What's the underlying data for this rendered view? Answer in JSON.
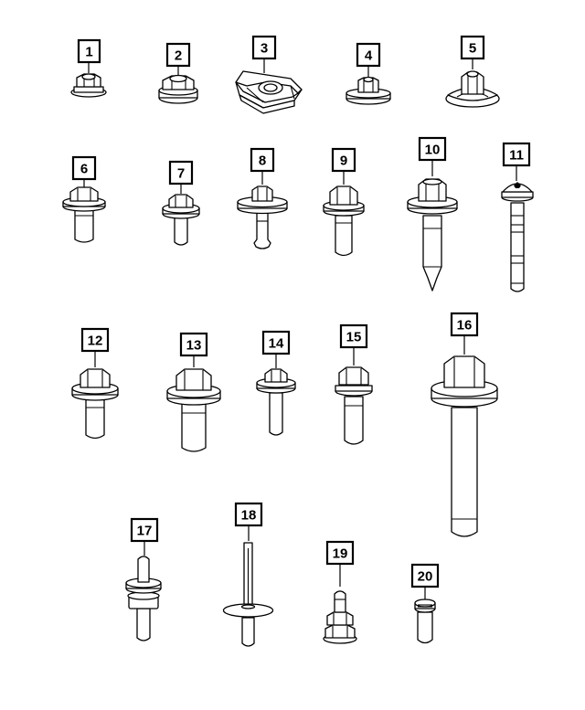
{
  "colors": {
    "ink": "#000000",
    "paper": "#ffffff"
  },
  "parts": [
    {
      "number": "1",
      "icon": "flange-nut-icon"
    },
    {
      "number": "2",
      "icon": "flange-nut-icon"
    },
    {
      "number": "3",
      "icon": "u-nut-clip-icon"
    },
    {
      "number": "4",
      "icon": "flange-nut-icon"
    },
    {
      "number": "5",
      "icon": "nut-with-washer-icon"
    },
    {
      "number": "6",
      "icon": "hex-flange-bolt-icon"
    },
    {
      "number": "7",
      "icon": "hex-flange-bolt-icon"
    },
    {
      "number": "8",
      "icon": "stepped-bolt-icon"
    },
    {
      "number": "9",
      "icon": "hex-flange-bolt-icon"
    },
    {
      "number": "10",
      "icon": "pointed-bolt-icon"
    },
    {
      "number": "11",
      "icon": "torx-long-bolt-icon"
    },
    {
      "number": "12",
      "icon": "hex-flange-bolt-icon"
    },
    {
      "number": "13",
      "icon": "hex-flange-bolt-icon"
    },
    {
      "number": "14",
      "icon": "hex-flange-bolt-icon"
    },
    {
      "number": "15",
      "icon": "hex-flange-bolt-icon"
    },
    {
      "number": "16",
      "icon": "long-hex-bolt-icon"
    },
    {
      "number": "17",
      "icon": "stud-icon"
    },
    {
      "number": "18",
      "icon": "blind-rivet-icon"
    },
    {
      "number": "19",
      "icon": "stud-with-nut-icon"
    },
    {
      "number": "20",
      "icon": "push-pin-icon"
    }
  ]
}
